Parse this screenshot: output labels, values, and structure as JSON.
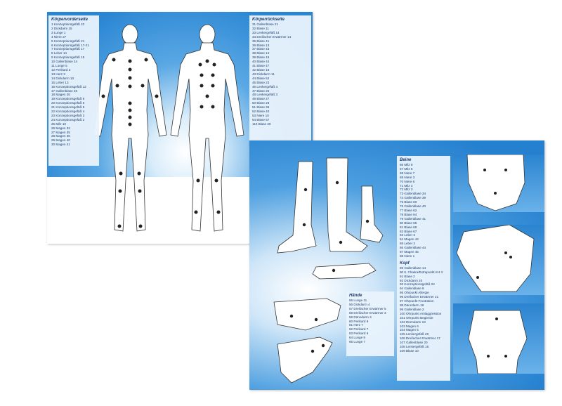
{
  "front": {
    "title": "Körpervorderseite",
    "items": [
      "1 Konzeptionsgefäß 22",
      "2 Dickdarm 15",
      "3 Lunge 1",
      "4 Niere 27",
      "5 Konzeptionsgefäß 21",
      "6 Konzeptionsgefäß 17-21",
      "7 Konzeptionsgefäß 17",
      "8 Leber 14",
      "9 Konzeptionsgefäß 15",
      "10 Gallenblase 24",
      "11 Lunge 5",
      "12 Perikard 3",
      "13 Herz 3",
      "14 Dickdarm 10",
      "15 Leber 13",
      "16 Konzeptionsgefäß 12",
      "17 Gallenblase 26",
      "18 Magen 25",
      "19 Konzeptionsgefäß 8",
      "20 Konzeptionsgefäß 6",
      "21 Konzeptionsgefäß 5",
      "22 Konzeptionsgefäß 4",
      "23 Konzeptionsgefäß 3",
      "24 Konzeptionsgefäß 2",
      "25 Milz 10",
      "26 Magen 34",
      "27 Magen 35",
      "28 Magen 36",
      "29 Magen 40",
      "30 Magen 41"
    ]
  },
  "back": {
    "title": "Körperrückseite",
    "items": [
      "31 Gallenblase 21",
      "32 Blase 11",
      "33 Lenkergefäß 14",
      "34 Dreifacher Erwärmer 14",
      "35 Blase 41",
      "36 Blase 13",
      "37 Blase 43",
      "38 Blase 14",
      "39 Blase 15",
      "40 Blase 44",
      "41 Blase 47",
      "42 Blase 18",
      "43 Dickdarm 11",
      "44 Blase 52",
      "45 Blase 23",
      "46 Lenkergefäß 4",
      "47 Blase 25",
      "48 Lenkergefäß 3",
      "49 Blase 27",
      "50 Blase 28",
      "51 Blase 36",
      "52 Blase 40",
      "53 Niere 10",
      "54 Blase 57",
      "110 Blase 20"
    ]
  },
  "legs": {
    "title": "Beine",
    "items": [
      "66 Milz 9",
      "67 Milz 6",
      "68 Niere 7",
      "69 Niere 3",
      "70 Niere 6",
      "71 Milz 4",
      "72 Milz 3",
      "73 Gallenblase 34",
      "74 Gallenblase 39",
      "75 Blase 60",
      "76 Gallenblase 40",
      "77 Blase 62",
      "78 Blase 64",
      "79 Gallenblase 41",
      "80 Blase 65",
      "81 Blase 66",
      "82 Blase 67",
      "83 Leber 3",
      "84 Magen 44",
      "85 Leber 2",
      "86 Gallenblase 44",
      "87 Magen 45",
      "88 Niere 1"
    ]
  },
  "head": {
    "title": "Kopf",
    "items": [
      "89 Gallenblase 14",
      "90 6. Chakra/Extrapunkt KH 3",
      "91 Blase 2",
      "92 Dickdarm 20",
      "93 Konzeptionsgefäß 24",
      "94 Gallenblase 8",
      "95 Ohrpunkt Allergie",
      "96 Dreifacher Erwärmer 21",
      "97 Ohrpunkt Frustration",
      "98 Dünndarm 19",
      "99 Gallenblase 2",
      "100 Ohrpunkt Antiaggression",
      "101 Ohrpunkt Begierde",
      "102 Dünndarm 18",
      "103 Magen 6",
      "104 Magen 5",
      "105 Lenkergefäß 20",
      "106 Dreifacher Erwärmer 17",
      "107 Gallenblase 20",
      "108 Lenkergefäß 16",
      "109 Blase 10"
    ]
  },
  "hands": {
    "title": "Hände",
    "items": [
      "55 Lunge 11",
      "56 Dickdarm 4",
      "57 Dreifacher Erwärmer 5",
      "58 Dreifacher Erwärmer 3",
      "59 Dünndarm 3",
      "60 Perikard 9",
      "61 Herz 7",
      "62 Perikard 7",
      "63 Perikard 6",
      "64 Lunge 9",
      "65 Lunge 7"
    ]
  },
  "colors": {
    "blue": "#2a86d3",
    "panel": "#e8f2fc",
    "text": "#1b3c6e"
  }
}
